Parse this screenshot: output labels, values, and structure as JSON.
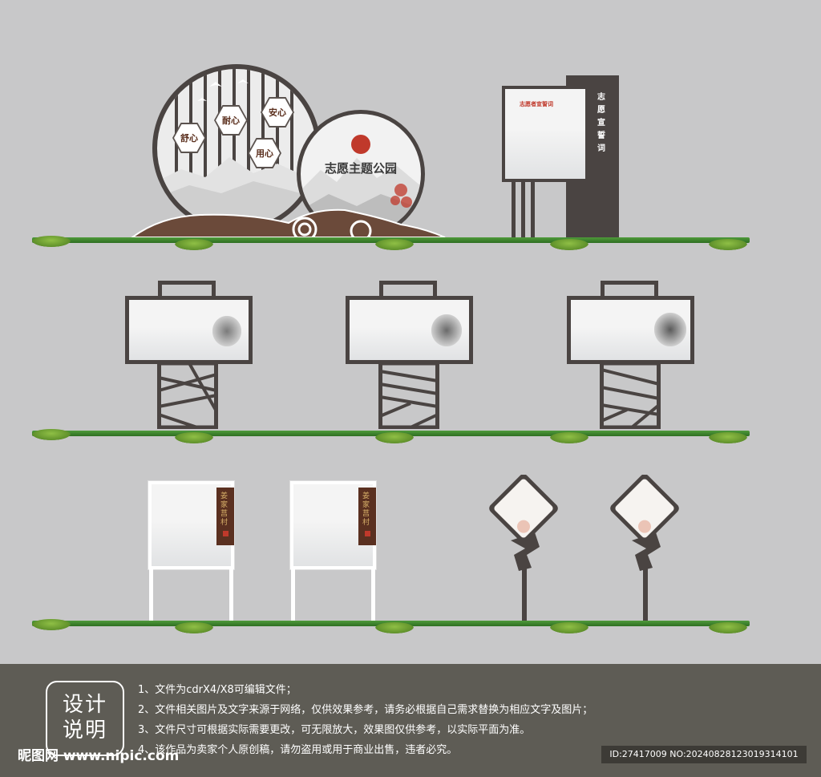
{
  "scene": {
    "park_title": "志愿主题公园",
    "hex_labels": [
      "耐心",
      "安心",
      "舒心",
      "用心"
    ],
    "pledge_board_title": "志愿者宣誓词",
    "pledge_vertical_label": "志愿宣誓词",
    "side_tag_text": "姜家莒村",
    "colors": {
      "frame": "#4a4442",
      "earth": "#6b4a3a",
      "grass": "#3f8a2e",
      "accent_red": "#c0392b"
    }
  },
  "footer": {
    "stamp_line1": "设计",
    "stamp_line2": "说明",
    "notes": [
      "1、文件为cdrX4/X8可编辑文件；",
      "2、文件相关图片及文字来源于网络，仅供效果参考，请务必根据自己需求替换为相应文字及图片；",
      "3、文件尺寸可根据实际需要更改，可无限放大，效果图仅供参考，以实际平面为准。",
      "4、该作品为卖家个人原创稿，请勿盗用或用于商业出售，违者必究。"
    ],
    "watermark": "昵图网 www.nipic.com",
    "id_text": "ID:27417009 NO:20240828123019314101"
  }
}
